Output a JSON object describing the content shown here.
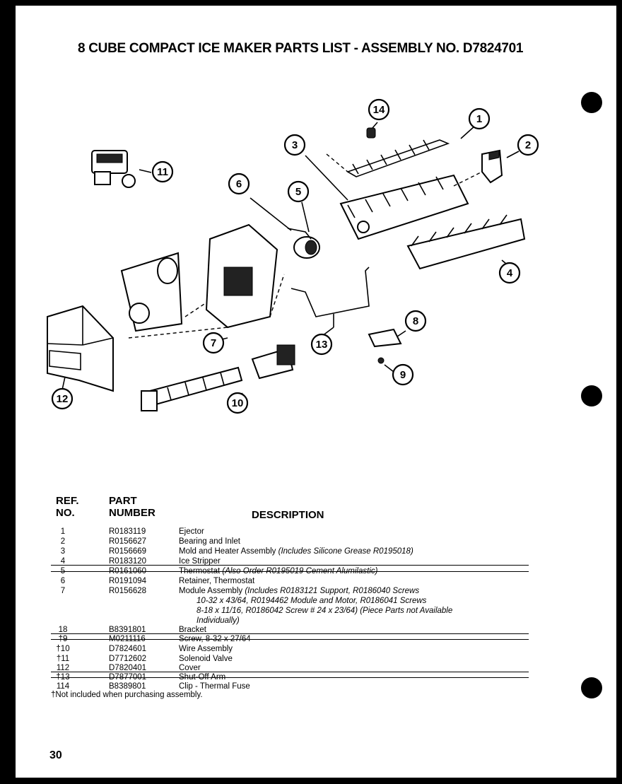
{
  "title": "8 CUBE COMPACT ICE MAKER PARTS LIST - ASSEMBLY NO. D7824701",
  "columns": {
    "ref": "REF.",
    "ref_no": "NO.",
    "part": "PART",
    "part_number": "NUMBER",
    "description": "DESCRIPTION"
  },
  "rows": [
    {
      "ref": "1",
      "part": "R0183119",
      "desc": "Ejector",
      "note": ""
    },
    {
      "ref": "2",
      "part": "R0156627",
      "desc": "Bearing and Inlet",
      "note": ""
    },
    {
      "ref": "3",
      "part": "R0156669",
      "desc": "Mold and Heater Assembly",
      "note": "(Includes Silicone Grease R0195018)"
    },
    {
      "ref": "4",
      "part": "R0183120",
      "desc": "Ice Stripper",
      "note": ""
    },
    {
      "ref": "5",
      "part": "R0161060",
      "desc": "Thermostat",
      "note": "(Also Order R0195019 Cement Alumilastic)"
    },
    {
      "ref": "6",
      "part": "R0191094",
      "desc": "Retainer, Thermostat",
      "note": ""
    },
    {
      "ref": "7",
      "part": "R0156628",
      "desc": "Module Assembly",
      "note": "(Includes R0183121 Support, R0186040 Screws"
    },
    {
      "ref": "",
      "part": "",
      "desc": "",
      "note": "10-32 x 43/64, R0194462 Module and Motor, R0186041 Screws"
    },
    {
      "ref": "",
      "part": "",
      "desc": "",
      "note": "8-18 x 11/16, R0186042 Screw # 24 x 23/64) (Piece Parts not Available"
    },
    {
      "ref": "",
      "part": "",
      "desc": "",
      "note": "Individually)"
    },
    {
      "ref": "18",
      "part": "B8391801",
      "desc": "Bracket",
      "note": ""
    },
    {
      "ref": "†9",
      "part": "M0211116",
      "desc": "Screw, 8-32 x 27/64",
      "note": ""
    },
    {
      "ref": "†10",
      "part": "D7824601",
      "desc": "Wire Assembly",
      "note": ""
    },
    {
      "ref": "†11",
      "part": "D7712602",
      "desc": "Solenoid Valve",
      "note": ""
    },
    {
      "ref": "112",
      "part": "D7820401",
      "desc": "Cover",
      "note": ""
    },
    {
      "ref": "†13",
      "part": "D7877001",
      "desc": "Shut-Off Arm",
      "note": ""
    },
    {
      "ref": "114",
      "part": "B8389801",
      "desc": "Clip - Thermal Fuse",
      "note": ""
    }
  ],
  "footnote": "†Not included when purchasing assembly.",
  "page_number": "30",
  "callouts": [
    "1",
    "2",
    "3",
    "4",
    "5",
    "6",
    "7",
    "8",
    "9",
    "10",
    "11",
    "12",
    "13",
    "14"
  ]
}
